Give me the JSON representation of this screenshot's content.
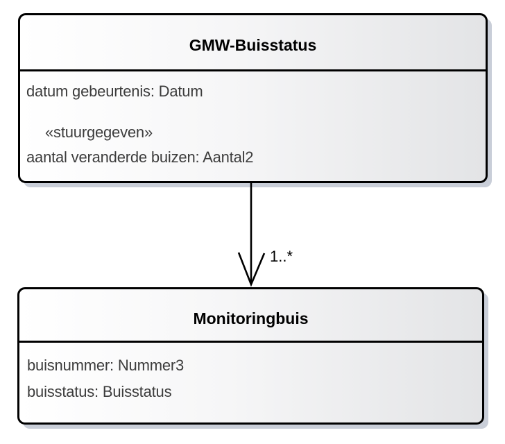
{
  "diagram": {
    "type": "uml-class-diagram",
    "classes": {
      "gmw_buisstatus": {
        "title": "GMW-Buisstatus",
        "attribute_1": "datum gebeurtenis: Datum",
        "stereotype": "«stuurgegeven»",
        "attribute_2": "aantal veranderde buizen: Aantal2"
      },
      "monitoringbuis": {
        "title": "Monitoringbuis",
        "attribute_1": "buisnummer: Nummer3",
        "attribute_2": "buisstatus: Buisstatus"
      }
    },
    "association": {
      "multiplicity": "1..*",
      "direction": "gmw_buisstatus -> monitoringbuis"
    },
    "colors": {
      "border": "#000000",
      "fill_gradient_start": "#ffffff",
      "fill_gradient_end": "#e3e4e6",
      "shadow": "#c9ced8",
      "attribute_text": "#3c3c3c",
      "title_text": "#000000",
      "background": "#ffffff"
    }
  }
}
